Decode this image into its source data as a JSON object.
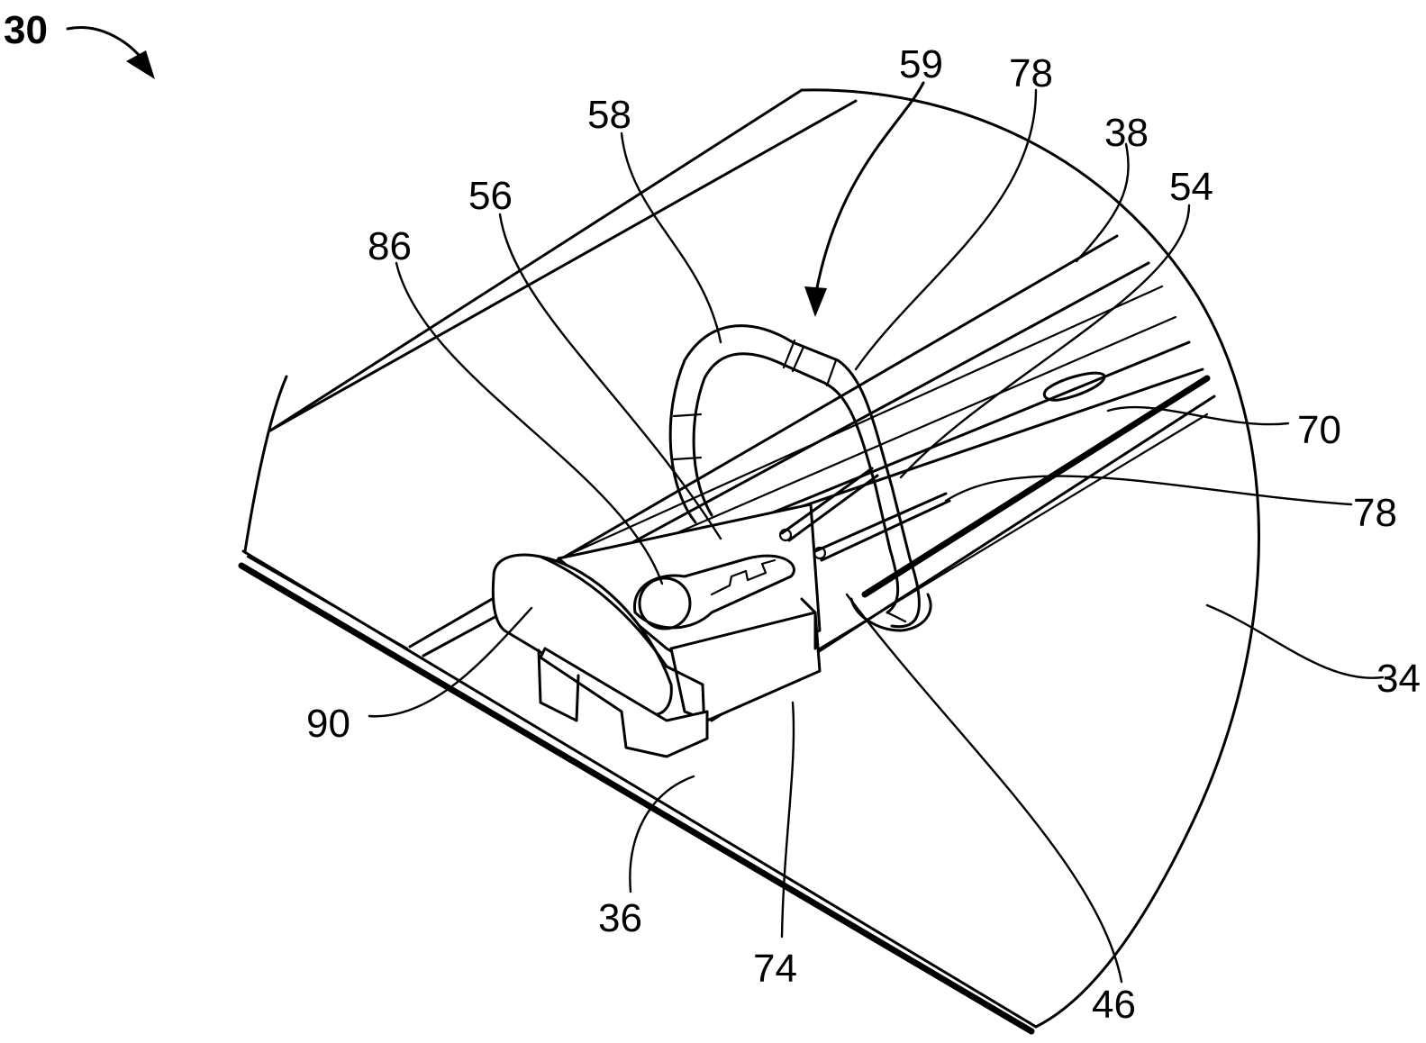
{
  "figure": {
    "reference_numeral": "30",
    "labels": {
      "l30": "30",
      "l59": "59",
      "l78_top": "78",
      "l58": "58",
      "l38": "38",
      "l56": "56",
      "l54": "54",
      "l86": "86",
      "l70": "70",
      "l78_right": "78",
      "l34": "34",
      "l90": "90",
      "l36": "36",
      "l74": "74",
      "l46": "46"
    }
  }
}
